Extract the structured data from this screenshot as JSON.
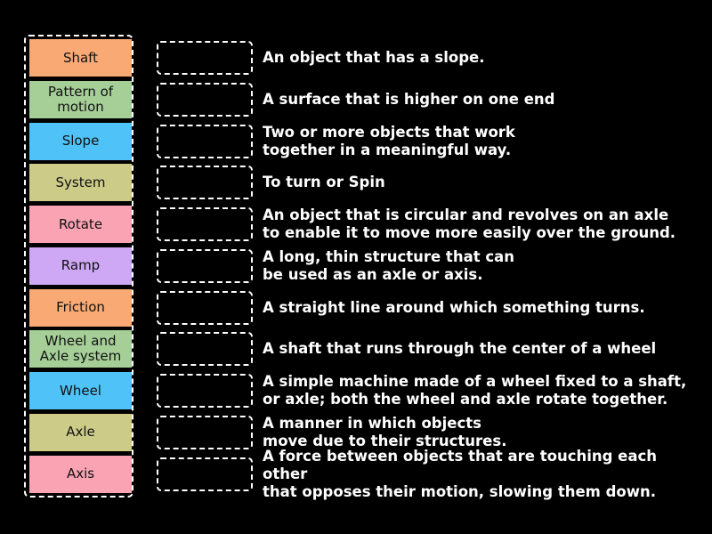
{
  "tiles": [
    {
      "label": "Shaft",
      "color": "#f8a974"
    },
    {
      "label": "Pattern of motion",
      "color": "#a6cf98"
    },
    {
      "label": "Slope",
      "color": "#4fc3f7"
    },
    {
      "label": "System",
      "color": "#cccc88"
    },
    {
      "label": "Rotate",
      "color": "#f9a3b3"
    },
    {
      "label": "Ramp",
      "color": "#cfa8f5"
    },
    {
      "label": "Friction",
      "color": "#f8a974"
    },
    {
      "label": "Wheel and Axle system",
      "color": "#a6cf98"
    },
    {
      "label": "Wheel",
      "color": "#4fc3f7"
    },
    {
      "label": "Axle",
      "color": "#cccc88"
    },
    {
      "label": "Axis",
      "color": "#f9a3b3"
    }
  ],
  "definitions": [
    "An object that has a slope.",
    "A surface that is higher on one end",
    "Two or more objects that work\ntogether in a meaningful way.",
    "To turn or Spin",
    "An object that is circular and revolves on an axle\nto enable it to move more easily over the ground.",
    "A long, thin structure that can\nbe used as an axle or axis.",
    "A straight line around which something turns.",
    "A shaft that runs through the center of a wheel",
    "A simple machine made of a wheel fixed to a shaft,\nor axle; both the wheel and axle rotate together.",
    "A manner in which objects\nmove due to their structures.",
    "A force between objects that are touching each other\nthat opposes their motion, slowing them down."
  ]
}
